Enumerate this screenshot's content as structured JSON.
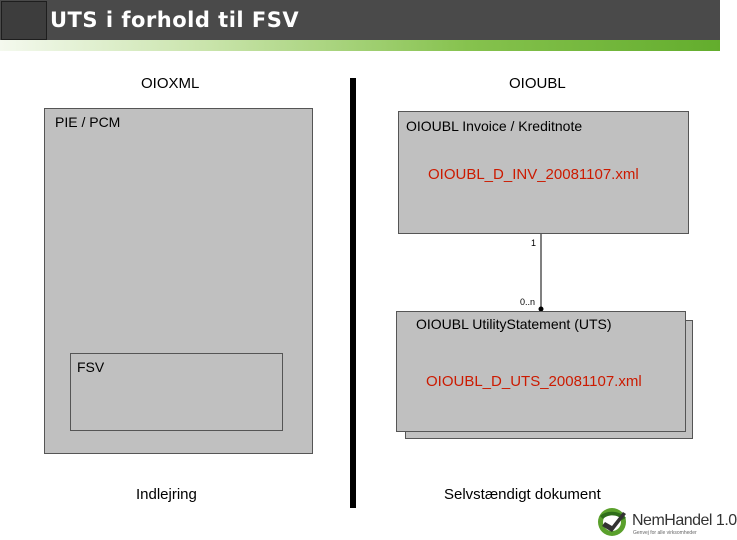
{
  "header": {
    "title": "UTS i forhold til FSV"
  },
  "columns": {
    "left_heading": "OIOXML",
    "right_heading": "OIOUBL"
  },
  "left": {
    "outer_label": "PIE / PCM",
    "inner_label": "FSV",
    "footer": "Indlejring"
  },
  "right": {
    "invoice_title": "OIOUBL Invoice / Kreditnote",
    "invoice_file": "OIOUBL_D_INV_20081107.xml",
    "multiplicity_top": "1",
    "multiplicity_bottom": "0..n",
    "uts_title": "OIOUBL UtilityStatement (UTS)",
    "uts_file": "OIOUBL_D_UTS_20081107.xml",
    "footer": "Selvstændigt dokument"
  },
  "logo": {
    "name": "NemHandel 1.0",
    "tagline": "Genvej for alle virksomheder"
  },
  "colors": {
    "header": "#4a4a4a",
    "accent_green": "#63ad2d",
    "box_fill": "#c0c0c0",
    "file_text": "#cc1a00"
  }
}
